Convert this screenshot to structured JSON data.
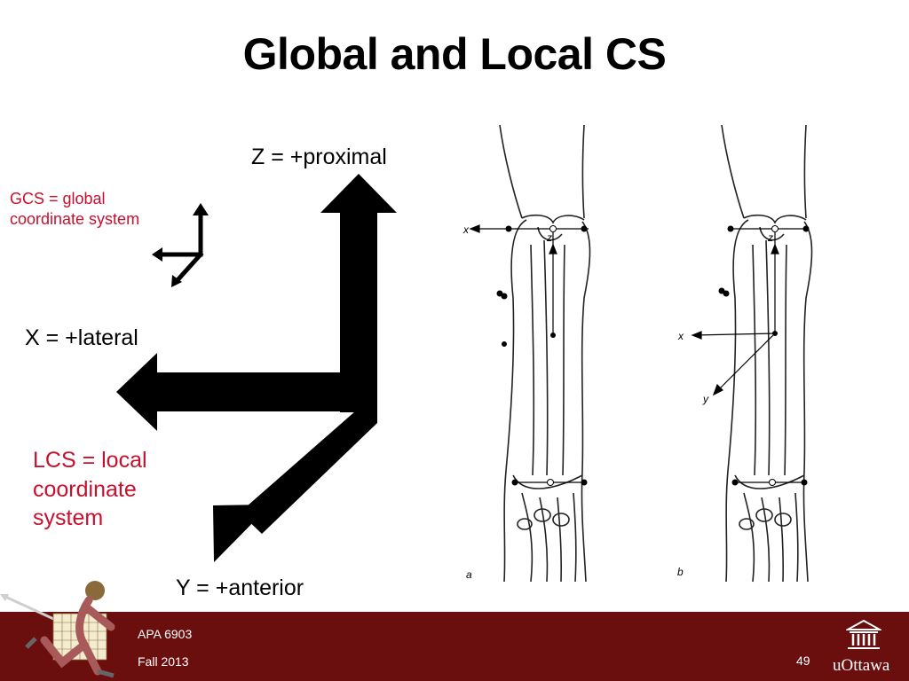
{
  "slide": {
    "title": "Global and Local CS"
  },
  "axes": {
    "z_label": "Z = +proximal",
    "x_label": "X = +lateral",
    "y_label": "Y = +anterior"
  },
  "notes": {
    "gcs_line1": "GCS = global",
    "gcs_line2": "coordinate system",
    "lcs_line1": "LCS = local",
    "lcs_line2": "coordinate",
    "lcs_line3": "system"
  },
  "figure": {
    "panel_a": "a",
    "panel_b": "b",
    "a_x": "x",
    "a_z": "z",
    "b_x": "x",
    "b_y": "y",
    "b_z": "z"
  },
  "footer": {
    "course": "APA 6903",
    "term": "Fall 2013",
    "page": "49",
    "logo_text": "uOttawa"
  },
  "colors": {
    "footer_bg": "#6b0e0e",
    "accent_red": "#c8102e"
  }
}
